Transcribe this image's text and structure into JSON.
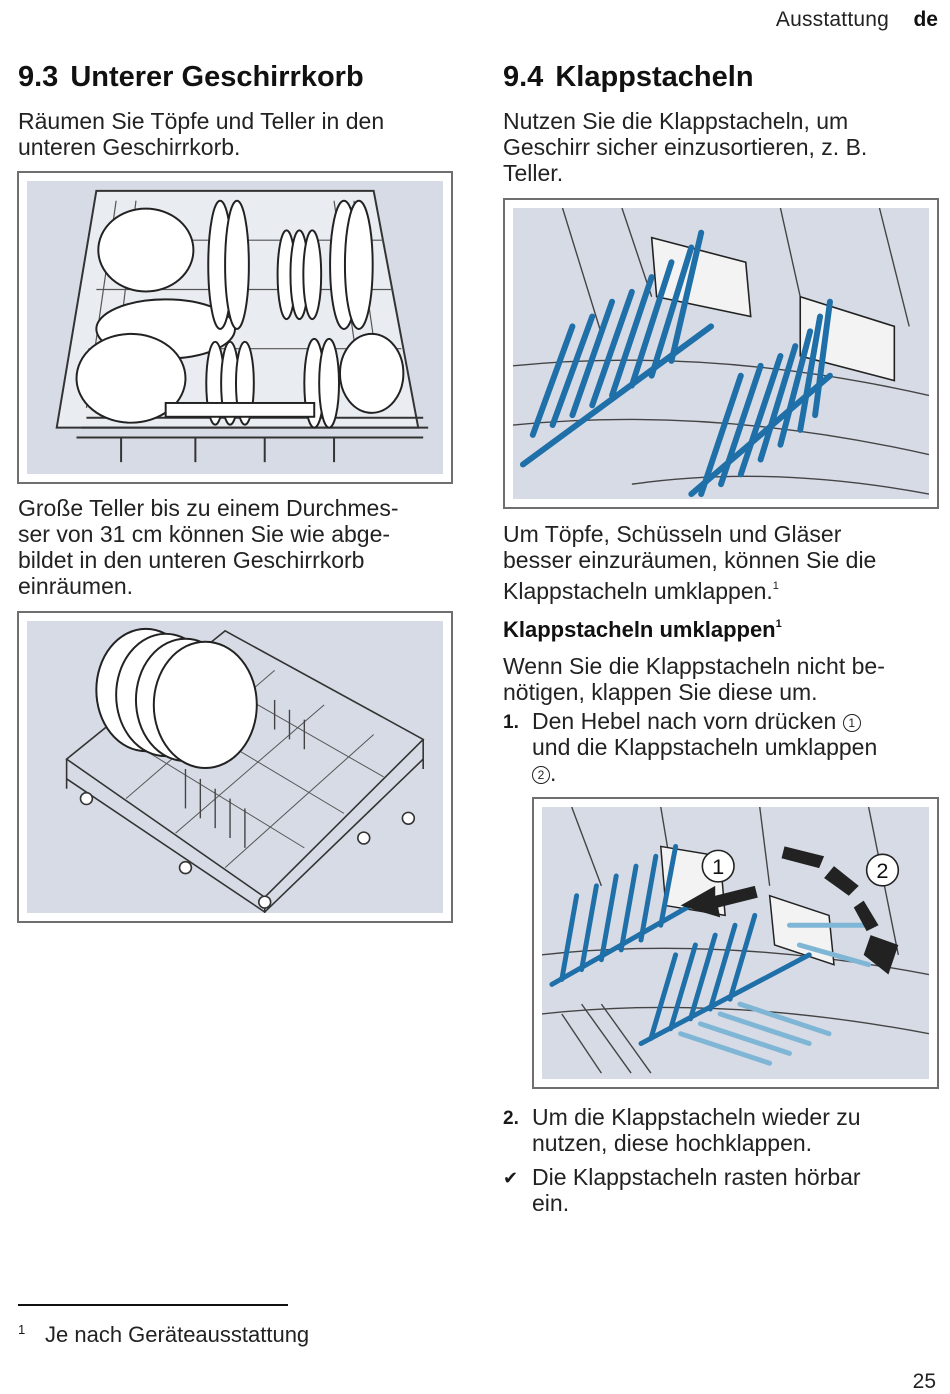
{
  "header": {
    "section": "Ausstattung",
    "lang": "de"
  },
  "left": {
    "s93": {
      "num": "9.3",
      "title": "Unterer Geschirrkorb"
    },
    "intro": [
      "Räumen Sie Töpfe und Teller in den",
      "unteren Geschirrkorb."
    ],
    "para2": [
      "Große Teller bis zu einem Durchmes-",
      "ser von 31 cm können Sie wie abge-",
      "bildet in den unteren Geschirrkorb",
      "einräumen."
    ]
  },
  "right": {
    "s94": {
      "num": "9.4",
      "title": "Klappstacheln"
    },
    "intro": [
      "Nutzen Sie die Klappstacheln, um",
      "Geschirr sicher einzusortieren, z. B.",
      "Teller."
    ],
    "para2": [
      "Um Töpfe, Schüsseln und Gläser",
      "besser einzuräumen, können Sie die",
      "Klappstacheln umklappen."
    ],
    "para2_sup": "1",
    "sub": {
      "title": "Klappstacheln umklappen",
      "sup": "1"
    },
    "sub_intro": [
      "Wenn Sie die Klappstacheln nicht be-",
      "nötigen, klappen Sie diese um."
    ],
    "step1": {
      "num": "1.",
      "line1": "Den Hebel nach vorn drücken",
      "c1": "1",
      "line2": "und die Klappstacheln umklappen",
      "c2": "2",
      "end": "."
    },
    "figure3": {
      "label1": "1",
      "label2": "2"
    },
    "step2": {
      "num": "2.",
      "line1": "Um die Klappstacheln wieder zu",
      "line2": "nutzen, diese hochklappen."
    },
    "result": {
      "mark": "✔",
      "line1": "Die Klappstacheln rasten hörbar",
      "line2": "ein."
    }
  },
  "footnote": {
    "mark": "1",
    "text": "Je nach Geräteausstattung"
  },
  "page_number": "25",
  "colors": {
    "spike_blue": "#1f6fa8",
    "spike_light": "#7fb6d6",
    "figure_bg": "#d6dbe5",
    "frame": "#6f6f6f"
  }
}
